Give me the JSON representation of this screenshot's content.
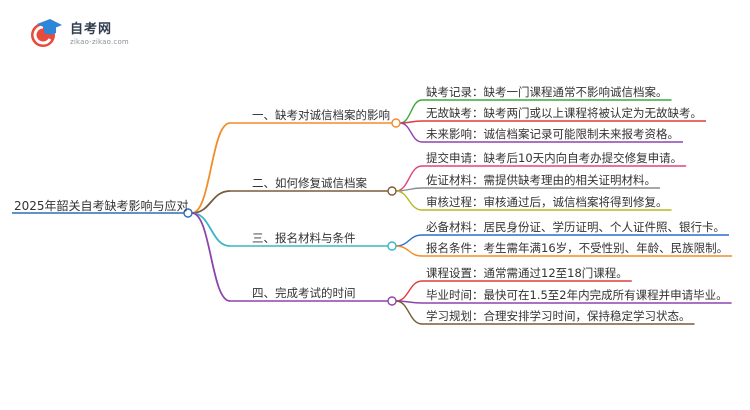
{
  "logo": {
    "title": "自考网",
    "url": "zikao-zikao.com",
    "icon": "graduation-cap-icon"
  },
  "root": {
    "label": "2025年韶关自考缺考影响与应对",
    "color": "#2f6db5"
  },
  "branches": [
    {
      "label": "一、缺考对诚信档案的影响",
      "color": "#f28c28",
      "children": [
        {
          "label": "缺考记录：缺考一门课程通常不影响诚信档案。",
          "color": "#3aa83a"
        },
        {
          "label": "无故缺考：缺考两门或以上课程将被认定为无故缺考。",
          "color": "#e03b3b"
        },
        {
          "label": "未来影响：诚信档案记录可能限制未来报考资格。",
          "color": "#8e44ad"
        }
      ]
    },
    {
      "label": "二、如何修复诚信档案",
      "color": "#7a5c3a",
      "children": [
        {
          "label": "提交申请：缺考后10天内向自考办提交修复申请。",
          "color": "#e0457b"
        },
        {
          "label": "佐证材料：需提供缺考理由的相关证明材料。",
          "color": "#8c8c8c"
        },
        {
          "label": "审核过程：审核通过后，诚信档案将得到修复。",
          "color": "#b8b820"
        }
      ]
    },
    {
      "label": "三、报名材料与条件",
      "color": "#3ab6c8",
      "children": [
        {
          "label": "必备材料：居民身份证、学历证明、个人证件照、银行卡。",
          "color": "#2a6fc9"
        },
        {
          "label": "报名条件：考生需年满16岁，不受性别、年龄、民族限制。",
          "color": "#f28c28"
        }
      ]
    },
    {
      "label": "四、完成考试的时间",
      "color": "#8e44ad",
      "children": [
        {
          "label": "课程设置：通常需通过12至18门课程。",
          "color": "#e03b3b"
        },
        {
          "label": "毕业时间：最快可在1.5至2年内完成所有课程并申请毕业。",
          "color": "#8e44ad"
        },
        {
          "label": "学习规划：合理安排学习时间，保持稳定学习状态。",
          "color": "#7a5c3a"
        }
      ]
    }
  ]
}
